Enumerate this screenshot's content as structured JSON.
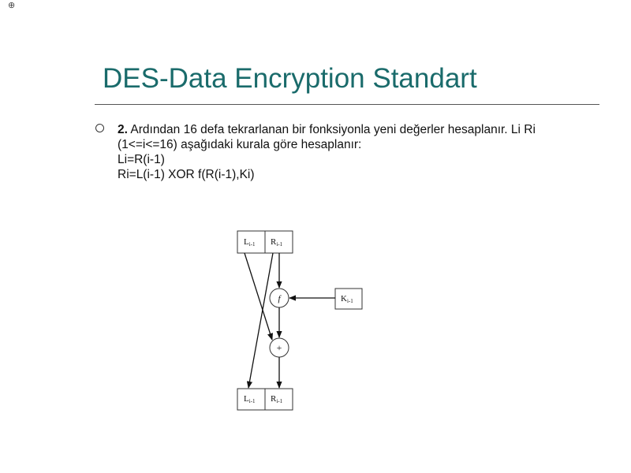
{
  "slide": {
    "corner_mark": "⊕",
    "title": "DES-Data Encryption Standart",
    "bullet": {
      "number": "2.",
      "lines": [
        " Ardından 16 defa tekrarlanan bir fonksiyonla yeni değerler hesaplanır. Li Ri",
        "(1<=i<=16) aşağıdaki kurala göre hesaplanır:",
        "Li=R(i-1)",
        "Ri=L(i-1) XOR f(R(i-1),Ki)"
      ]
    }
  },
  "diagram": {
    "top_left_cell": {
      "main": "L",
      "sub": "i-1"
    },
    "top_right_cell": {
      "main": "R",
      "sub": "i-1"
    },
    "function_node": "f",
    "xor_node": "+",
    "key_cell": {
      "main": "K",
      "sub": "i-1"
    },
    "bottom_left_cell": {
      "main": "L",
      "sub": "i-1"
    },
    "bottom_right_cell": {
      "main": "R",
      "sub": "i-1"
    }
  }
}
